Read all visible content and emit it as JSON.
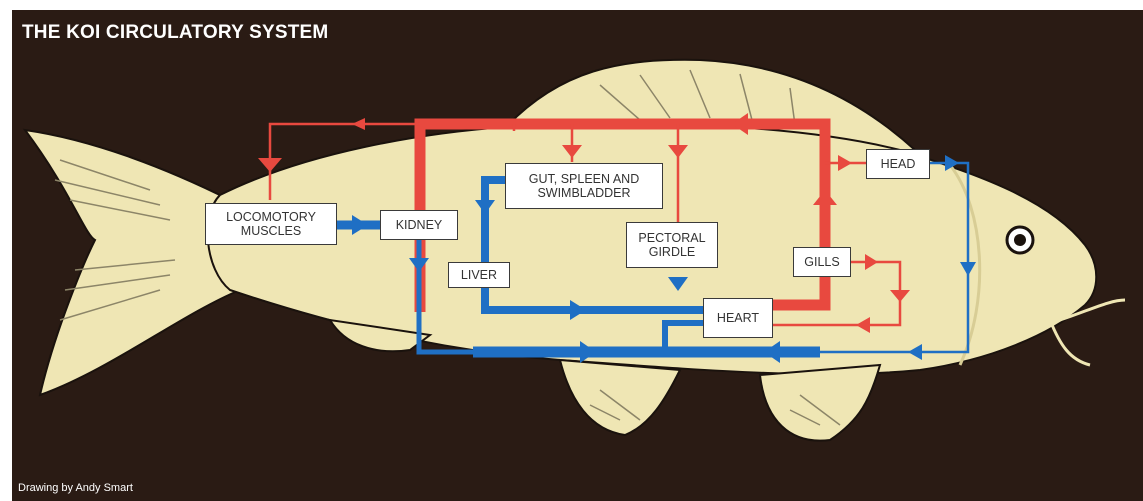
{
  "title": "THE KOI CIRCULATORY SYSTEM",
  "credit": "Drawing by Andy Smart",
  "colors": {
    "background": "#2a1b14",
    "fish_body": "#efe6b4",
    "arterial": "#e8493f",
    "venous": "#1f6fc4",
    "outline": "#1a120d"
  },
  "organs": {
    "locomotory_muscles": "LOCOMOTORY MUSCLES",
    "kidney": "KIDNEY",
    "gut": "GUT, SPLEEN AND SWIMBLADDER",
    "liver": "LIVER",
    "pectoral": "PECTORAL GIRDLE",
    "gills": "GILLS",
    "head": "HEAD",
    "heart": "HEART"
  }
}
